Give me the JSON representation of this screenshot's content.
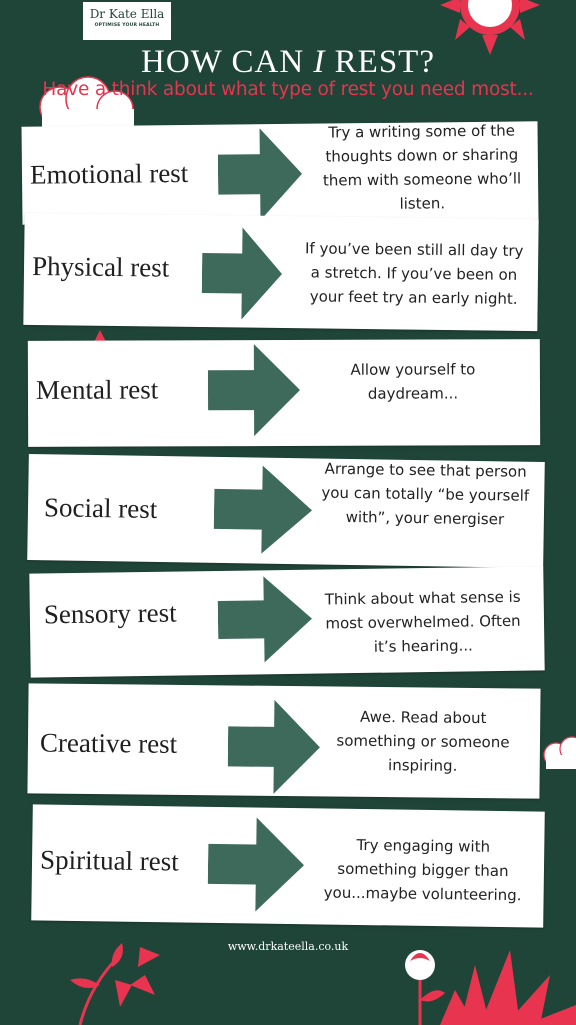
{
  "logo": {
    "name": "Dr Kate Ella",
    "tagline": "OPTIMISE YOUR HEALTH"
  },
  "header": {
    "title_pre": "HOW CAN ",
    "title_em": "I",
    "title_post": " REST?",
    "subtitle": "Have a think about what type of rest you need most..."
  },
  "cards": [
    {
      "label": "Emotional rest",
      "description": "Try a writing some of the thoughts down or sharing them with someone who’ll listen."
    },
    {
      "label": "Physical rest",
      "description": "If you’ve been still all day try a stretch.  If you’ve been on your feet try an early night."
    },
    {
      "label": "Mental rest",
      "description": "Allow yourself to daydream..."
    },
    {
      "label": "Social rest",
      "description": "Arrange to see that person you can totally “be yourself with”, your energiser"
    },
    {
      "label": "Sensory rest",
      "description": "Think about what sense is most overwhelmed.  Often it’s hearing..."
    },
    {
      "label": "Creative rest",
      "description": "Awe.  Read about something or someone inspiring."
    },
    {
      "label": "Spiritual rest",
      "description": "Try engaging with something bigger than you...maybe volunteering."
    }
  ],
  "footer": {
    "website": "www.drkateella.co.uk"
  },
  "colors": {
    "background": "#1f4438",
    "accent": "#e8344f",
    "arrow": "#3e6a5c",
    "card": "#ffffff"
  },
  "icons": [
    "sun-icon",
    "cloud-icon",
    "flower-icon",
    "arrow-right-icon"
  ]
}
